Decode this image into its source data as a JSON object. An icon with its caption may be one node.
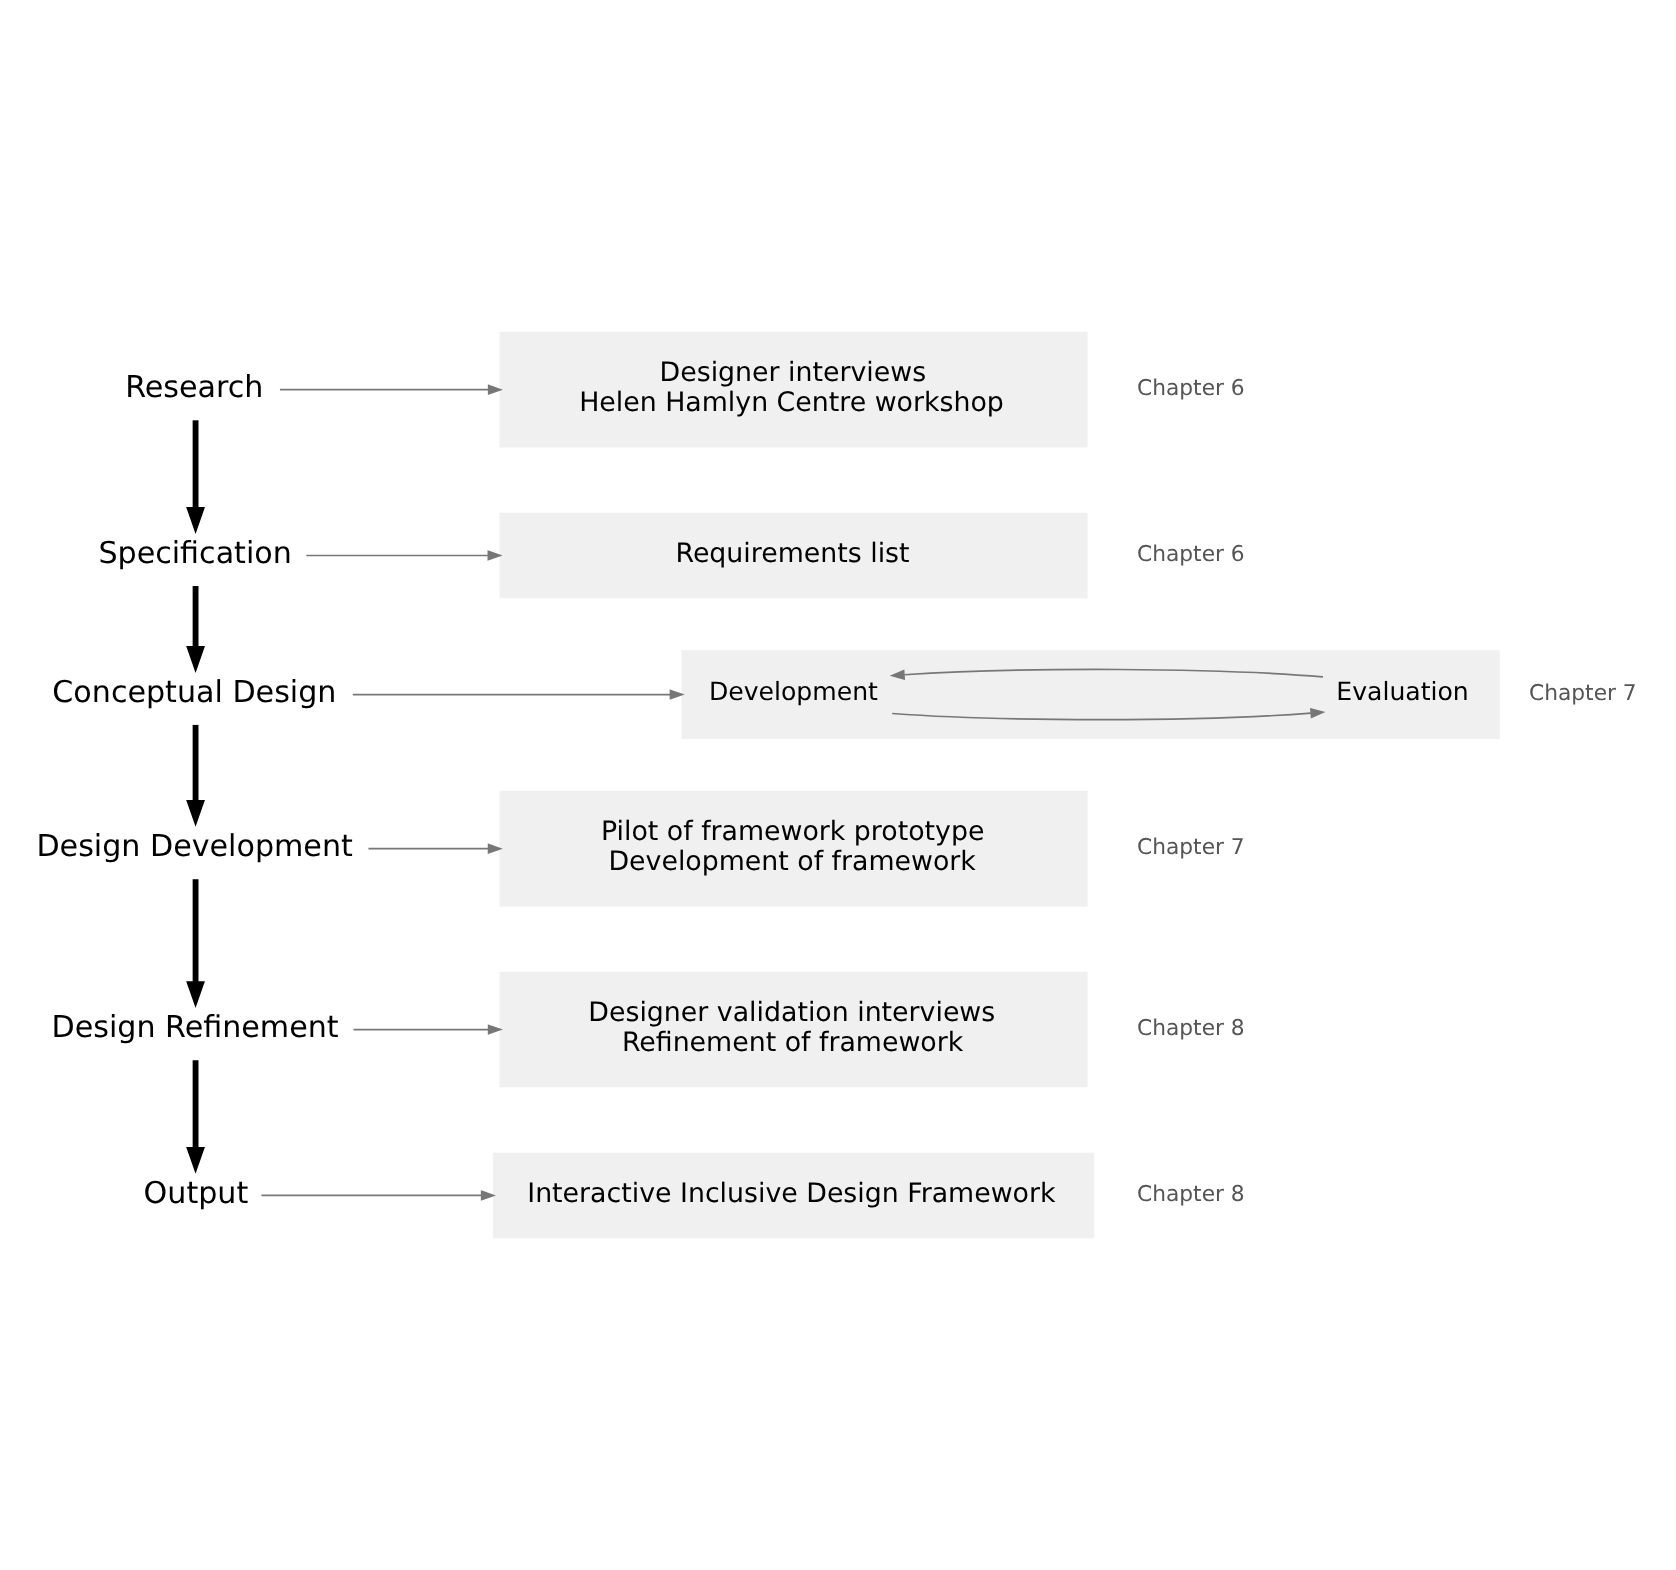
{
  "diagram": {
    "nodes": [
      {
        "text": [
          "Research"
        ]
      },
      {
        "text": [
          "Designer interviews",
          "Helen Hamlyn Centre workshop"
        ],
        "beside": [
          "Chapter 6"
        ]
      },
      {
        "text": [
          "Specification"
        ]
      },
      {
        "text": [
          "Requirements list"
        ],
        "beside": [
          "Chapter 6"
        ]
      },
      {
        "text": [
          "Conceptual Design"
        ]
      },
      {
        "text": [],
        "shape": "box",
        "beside": [
          "Chapter 7"
        ]
      },
      {
        "text": [
          "Development"
        ],
        "in": 5
      },
      {
        "text": [
          "Evaluation"
        ],
        "in": 5
      },
      {
        "text": [
          "Design Development"
        ]
      },
      {
        "text": [
          "Pilot of framework prototype",
          "Development of framework"
        ],
        "beside": [
          "Chapter 7"
        ]
      },
      {
        "text": [
          "Design Refinement"
        ]
      },
      {
        "text": [
          "Designer validation interviews",
          "Refinement of framework"
        ],
        "beside": [
          "Chapter 8"
        ]
      },
      {
        "text": [
          "Output"
        ]
      },
      {
        "text": [
          "Interactive Inclusive Design Framework"
        ],
        "beside": [
          "Chapter 8"
        ]
      }
    ],
    "edges": [
      {
        "from": 0,
        "to": 1,
        "arrow": "to"
      },
      {
        "from": 0,
        "to": 2,
        "arrow": "to",
        "style": "thick",
        "color": "#000000"
      },
      {
        "from": 2,
        "to": 3,
        "arrow": "to"
      },
      {
        "from": 2,
        "to": 4,
        "arrow": "to",
        "style": "thick",
        "color": "#000000"
      },
      {
        "from": 4,
        "to": 5,
        "arrow": "to"
      },
      {
        "from": 6,
        "to": 7,
        "arrow": "to"
      },
      {
        "from": 7,
        "to": 6,
        "arrow": "to"
      },
      {
        "from": 4,
        "to": 8,
        "arrow": "to",
        "style": "thick",
        "color": "#000000"
      },
      {
        "from": 8,
        "to": 9,
        "arrow": "to"
      },
      {
        "from": 8,
        "to": 10,
        "arrow": "to",
        "style": "thick",
        "color": "#000000"
      },
      {
        "from": 10,
        "to": 11,
        "arrow": "to"
      },
      {
        "from": 10,
        "to": 12,
        "arrow": "to",
        "style": "thick",
        "color": "#000000"
      },
      {
        "from": 12,
        "to": 13,
        "arrow": "to"
      }
    ]
  }
}
